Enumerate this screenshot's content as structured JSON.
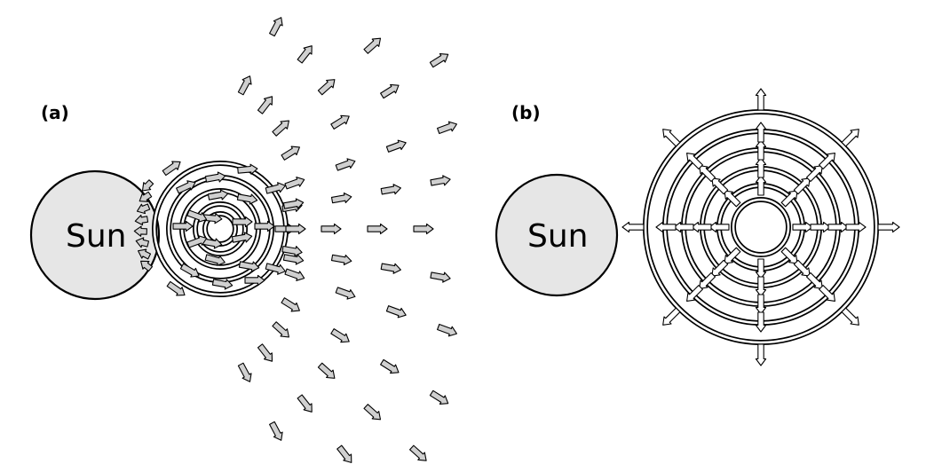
{
  "panels": [
    {
      "id": "a",
      "label": "(a)",
      "sun_label": "Sun"
    },
    {
      "id": "b",
      "label": "(b)",
      "sun_label": "Sun"
    }
  ],
  "colors": {
    "sun_fill": "#e6e6e6",
    "arrow_fill_a": "#d0d0d0",
    "arrow_fill_b": "#ffffff"
  }
}
